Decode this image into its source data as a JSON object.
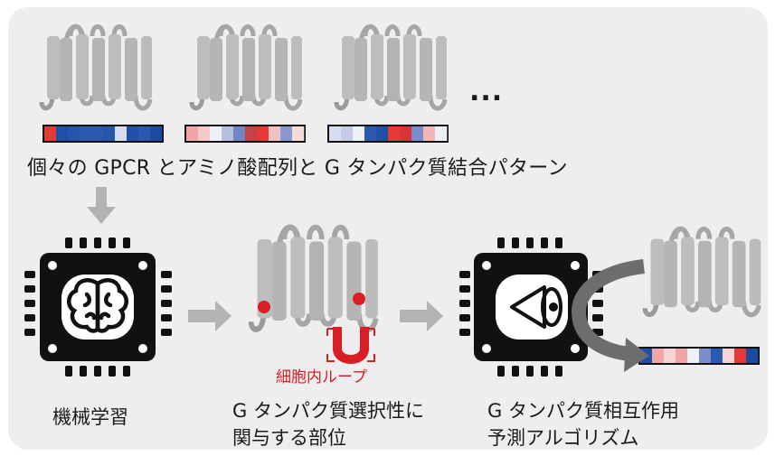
{
  "colors": {
    "panel_bg": "#eeeeee",
    "helix": "#b8b8b8",
    "helix_dark": "#9a9a9a",
    "arrow": "#b3b3b3",
    "accent_red": "#d81f26",
    "chip_black": "#111111"
  },
  "labels": {
    "top_caption": "個々の GPCR とアミノ酸配列と G タンパク質結合パターン",
    "ellipsis": "...",
    "machine_learning": "機械学習",
    "selectivity_line1": "G タンパク質選択性に",
    "selectivity_line2": "関与する部位",
    "intracellular_loop": "細胞内ループ",
    "algorithm_line1": "G タンパク質相互作用",
    "algorithm_line2": "予測アルゴリズム"
  },
  "icons": {
    "brain_chip": "brain-chip-icon",
    "eye_chip": "eye-chip-icon",
    "receptor": "gpcr-receptor-icon"
  },
  "sequence_bars": [
    {
      "segments": [
        "#e53935",
        "#1f4fa6",
        "#2355a8",
        "#2b5bb0",
        "#2a5aaf",
        "#2456aa",
        "#d8dcef",
        "#1f4fa6",
        "#2a5aaf",
        "#1b4a9f"
      ]
    },
    {
      "segments": [
        "#f2a5a6",
        "#f3c9c9",
        "#eef0f7",
        "#b7bfe0",
        "#7285c7",
        "#c84245",
        "#e53935",
        "#eec1c2",
        "#8a98cf",
        "#f5dada"
      ]
    },
    {
      "segments": [
        "#d9dcef",
        "#c6cbe7",
        "#eef0f7",
        "#2a5aaf",
        "#1f4fa6",
        "#e53935",
        "#d8343a",
        "#7b8ccb",
        "#f4b5b7",
        "#eef0f7"
      ]
    },
    {
      "segments": [
        "#1f4fa6",
        "#f2a5a6",
        "#f6d4d5",
        "#f2a5a6",
        "#eef0f7",
        "#7b8ccb",
        "#2a5aaf",
        "#f6d4d5",
        "#e53935",
        "#1b4a9f"
      ]
    }
  ]
}
